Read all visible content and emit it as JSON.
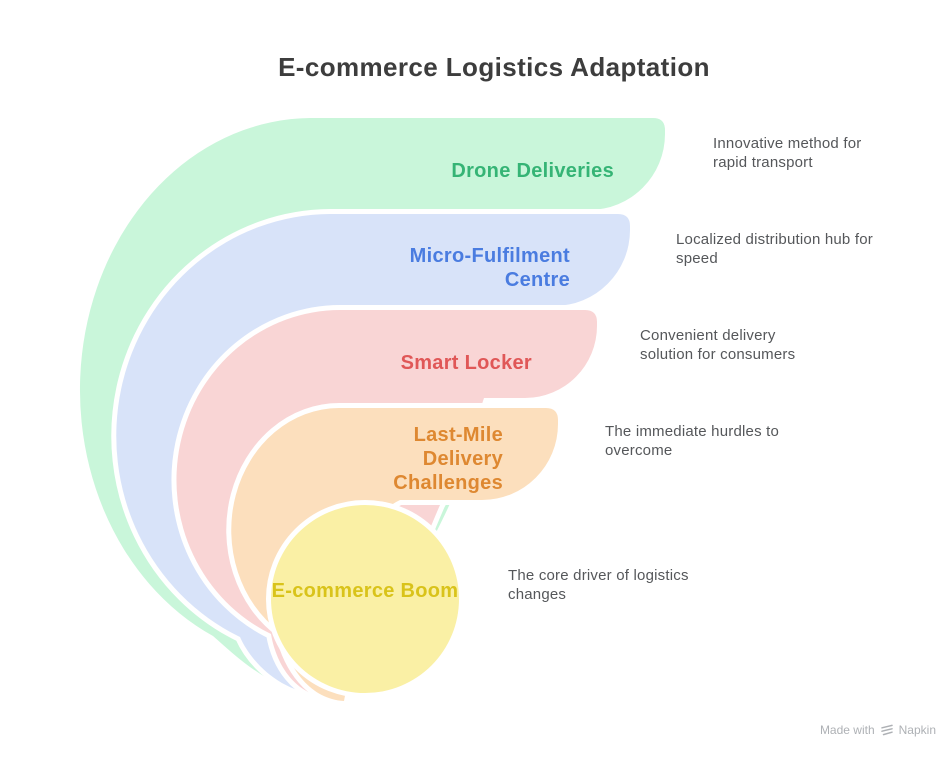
{
  "title": "E-commerce Logistics Adaptation",
  "layers": [
    {
      "id": "drone-deliveries",
      "label": "Drone Deliveries",
      "description": "Innovative method for rapid transport",
      "fill": "#c9f6da",
      "label_color": "#35b475"
    },
    {
      "id": "micro-fulfilment-centre",
      "label": "Micro-Fulfilment Centre",
      "description": "Localized distribution hub for speed",
      "fill": "#d8e3f9",
      "label_color": "#4a7ce0"
    },
    {
      "id": "smart-locker",
      "label": "Smart Locker",
      "description": "Convenient delivery solution for consumers",
      "fill": "#f9d5d5",
      "label_color": "#e05757"
    },
    {
      "id": "last-mile-delivery-challenges",
      "label": "Last-Mile Delivery Challenges",
      "description": "The immediate hurdles to overcome",
      "fill": "#fcdfbd",
      "label_color": "#de8831"
    },
    {
      "id": "ecommerce-boom",
      "label": "E-commerce Boom",
      "description": "The core driver of logistics changes",
      "fill": "#faf0a5",
      "label_color": "#d9c31a"
    }
  ],
  "footer": {
    "made_with": "Made with",
    "brand": "Napkin"
  },
  "colors": {
    "title": "#3d3d3d",
    "description": "#55575a",
    "background": "#ffffff",
    "gap": "#ffffff",
    "footer": "#aeb1b5"
  }
}
